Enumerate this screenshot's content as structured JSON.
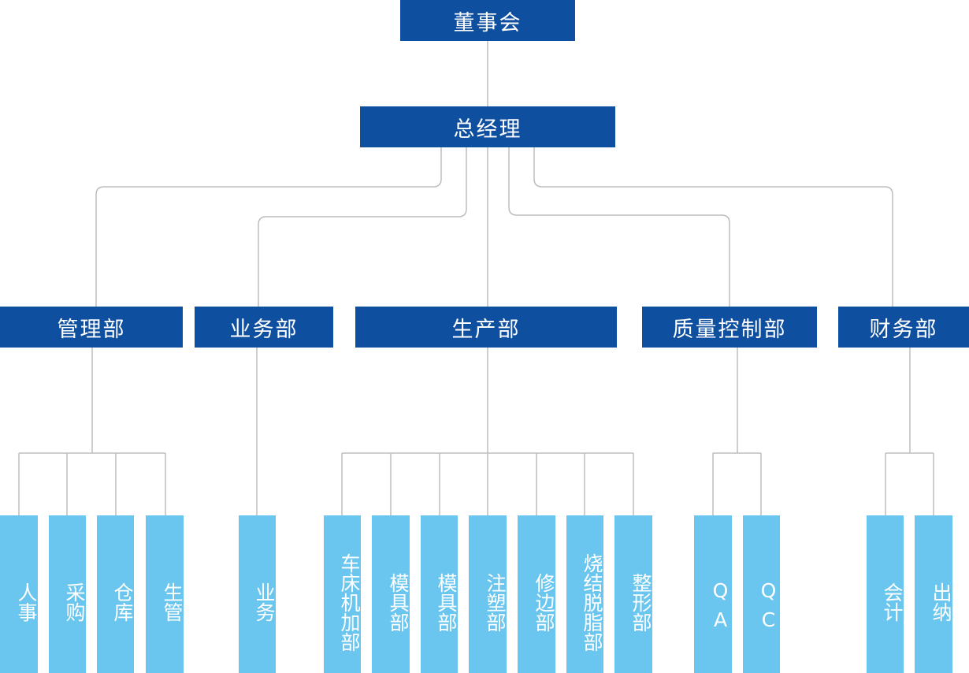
{
  "org_chart": {
    "board": "董事会",
    "general_manager": "总经理",
    "departments": {
      "management": {
        "label": "管理部",
        "units": [
          "人事",
          "采购",
          "仓库",
          "生管"
        ]
      },
      "business": {
        "label": "业务部",
        "units": [
          "业务"
        ]
      },
      "production": {
        "label": "生产部",
        "units": [
          "车床机加部",
          "模具部",
          "模具部",
          "注塑部",
          "修边部",
          "烧结脱脂部",
          "整形部"
        ]
      },
      "quality": {
        "label": "质量控制部",
        "units": [
          "QA",
          "QC"
        ]
      },
      "finance": {
        "label": "财务部",
        "units": [
          "会计",
          "出纳"
        ]
      }
    }
  },
  "colors": {
    "top_box": "#0f4fa0",
    "leaf_box": "#6ac6ef",
    "connector": "#bdbdbd",
    "text": "#ffffff"
  }
}
